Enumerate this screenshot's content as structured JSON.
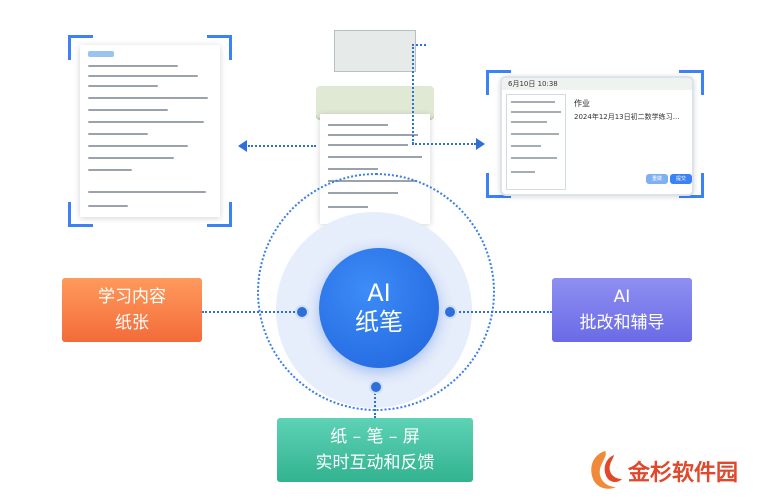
{
  "center": {
    "line1": "AI",
    "line2": "纸笔"
  },
  "left_box": {
    "line1": "学习内容",
    "line2": "纸张"
  },
  "right_box": {
    "line1": "AI",
    "line2": "批改和辅导"
  },
  "bottom_box": {
    "line1": "纸 – 笔 – 屏",
    "line2": "实时互动和反馈"
  },
  "tablet": {
    "date": "6月10日  10:38",
    "title": "作业",
    "subtitle": "2024年12月13日初二数学练习…",
    "btn_left": "重做",
    "btn_right": "提交"
  },
  "logo": {
    "text": "金杉软件园"
  },
  "colors": {
    "blue": "#2f6fd8",
    "orange": "#f36b3a",
    "purple": "#6a6ae6",
    "green": "#32b38f",
    "logo_red": "#e1472b"
  }
}
